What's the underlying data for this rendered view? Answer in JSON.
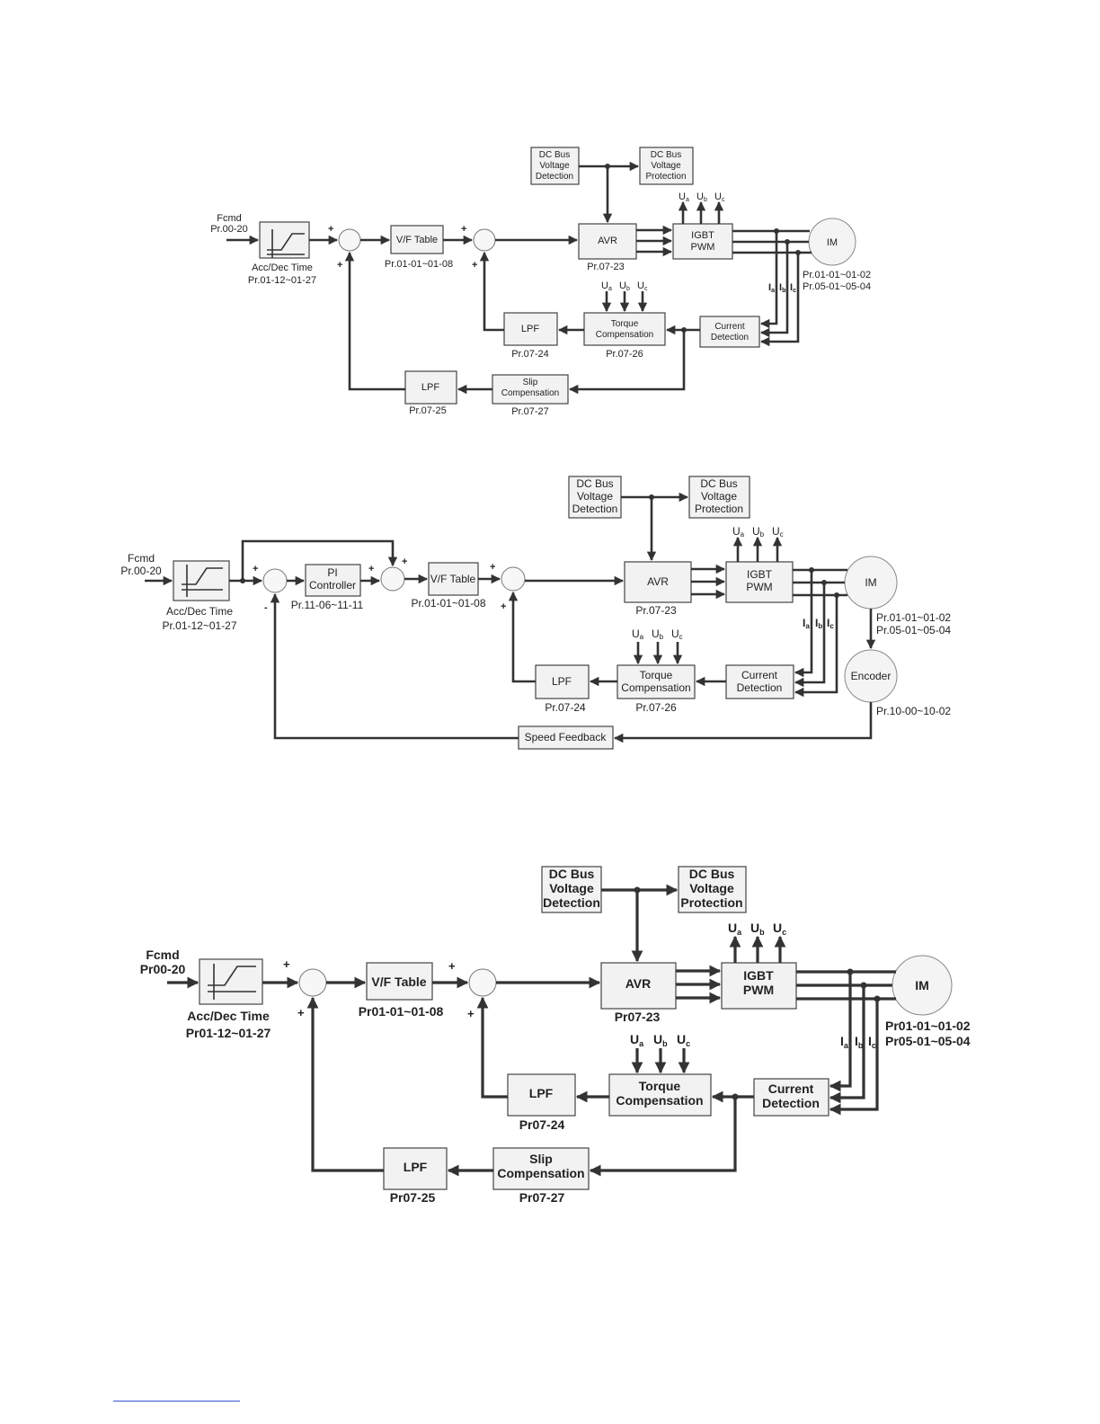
{
  "d1": {
    "fcmd": "Fcmd",
    "fcmd_par": "Pr.00-20",
    "accdec": "Acc/Dec Time",
    "accdec_par": "Pr.01-12~01-27",
    "vf": "V/F Table",
    "vf_par": "Pr.01-01~01-08",
    "dcbus_detect": [
      "DC Bus",
      "Voltage",
      "Detection"
    ],
    "dcbus_protect": [
      "DC Bus",
      "Voltage",
      "Protection"
    ],
    "avr": "AVR",
    "avr_par": "Pr.07-23",
    "igbt": [
      "IGBT",
      "PWM"
    ],
    "im": "IM",
    "im_par": [
      "Pr.01-01~01-02",
      "Pr.05-01~05-04"
    ],
    "lpf1": "LPF",
    "lpf1_par": "Pr.07-24",
    "torque": [
      "Torque",
      "Compensation"
    ],
    "torque_par": "Pr.07-26",
    "current": [
      "Current",
      "Detection"
    ],
    "lpf2": "LPF",
    "lpf2_par": "Pr.07-25",
    "slip": [
      "Slip",
      "Compensation"
    ],
    "slip_par": "Pr.07-27",
    "ua": "U",
    "ub": "U",
    "uc": "U",
    "ia": "I",
    "ib": "I",
    "ic": "I",
    "sa": "a",
    "sb": "b",
    "sc": "c",
    "plus": "+"
  },
  "d2": {
    "fcmd": "Fcmd",
    "fcmd_par": "Pr.00-20",
    "accdec": "Acc/Dec Time",
    "accdec_par": "Pr.01-12~01-27",
    "pi": [
      "PI",
      "Controller"
    ],
    "pi_par": "Pr.11-06~11-11",
    "vf": "V/F Table",
    "vf_par": "Pr.01-01~01-08",
    "dcbus_detect": [
      "DC Bus",
      "Voltage",
      "Detection"
    ],
    "dcbus_protect": [
      "DC Bus",
      "Voltage",
      "Protection"
    ],
    "avr": "AVR",
    "avr_par": "Pr.07-23",
    "igbt": [
      "IGBT",
      "PWM"
    ],
    "im": "IM",
    "im_par": [
      "Pr.01-01~01-02",
      "Pr.05-01~05-04"
    ],
    "encoder": "Encoder",
    "encoder_par": "Pr.10-00~10-02",
    "lpf": "LPF",
    "lpf_par": "Pr.07-24",
    "torque": [
      "Torque",
      "Compensation"
    ],
    "torque_par": "Pr.07-26",
    "current": [
      "Current",
      "Detection"
    ],
    "speed_fb": "Speed Feedback",
    "ua": "U",
    "ub": "U",
    "uc": "U",
    "ia": "I",
    "ib": "I",
    "ic": "I",
    "sa": "a",
    "sb": "b",
    "sc": "c",
    "plus": "+",
    "minus": "-"
  },
  "d3": {
    "fcmd": "Fcmd",
    "fcmd_par": "Pr00-20",
    "accdec": "Acc/Dec Time",
    "accdec_par": "Pr01-12~01-27",
    "vf": "V/F Table",
    "vf_par": "Pr01-01~01-08",
    "dcbus_detect": [
      "DC Bus",
      "Voltage",
      "Detection"
    ],
    "dcbus_protect": [
      "DC Bus",
      "Voltage",
      "Protection"
    ],
    "avr": "AVR",
    "avr_par": "Pr07-23",
    "igbt": [
      "IGBT",
      "PWM"
    ],
    "im": "IM",
    "im_par": [
      "Pr01-01~01-02",
      "Pr05-01~05-04"
    ],
    "lpf1": "LPF",
    "lpf1_par": "Pr07-24",
    "torque": [
      "Torque",
      "Compensation"
    ],
    "current": [
      "Current",
      "Detection"
    ],
    "lpf2": "LPF",
    "lpf2_par": "Pr07-25",
    "slip": [
      "Slip",
      "Compensation"
    ],
    "slip_par": "Pr07-27",
    "ua": "U",
    "ub": "U",
    "uc": "U",
    "ia": "I",
    "ib": "I",
    "ic": "I",
    "sa": "a",
    "sb": "b",
    "sc": "c",
    "plus": "+"
  }
}
